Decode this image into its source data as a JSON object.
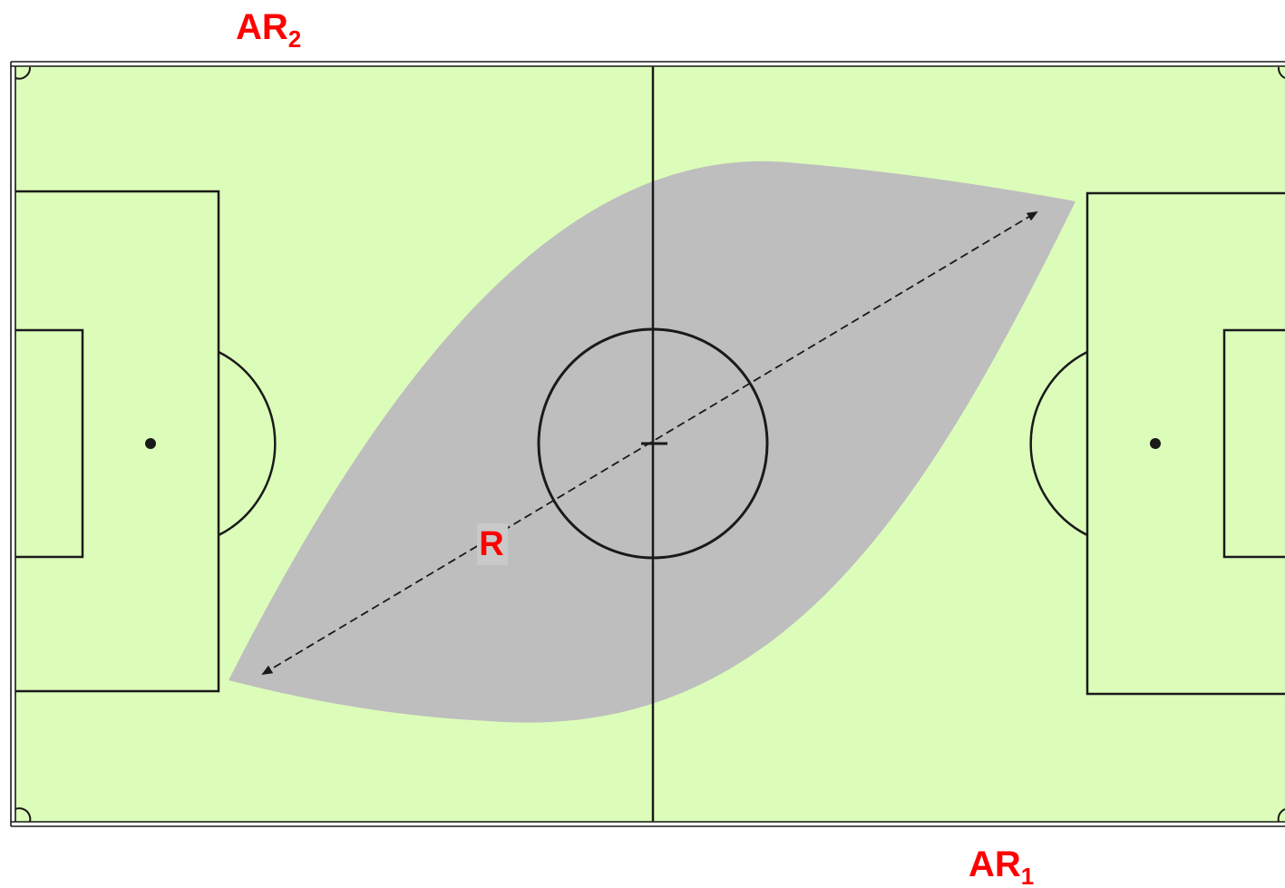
{
  "colors": {
    "pitch": "#dcfdb9",
    "lines": "#1a1a1a",
    "zone": "#bebebe",
    "labels": "#ff0000"
  },
  "labels": {
    "ar2": {
      "main": "AR",
      "sub": "2"
    },
    "ar1": {
      "main": "AR",
      "sub": "1"
    },
    "referee": "R"
  }
}
